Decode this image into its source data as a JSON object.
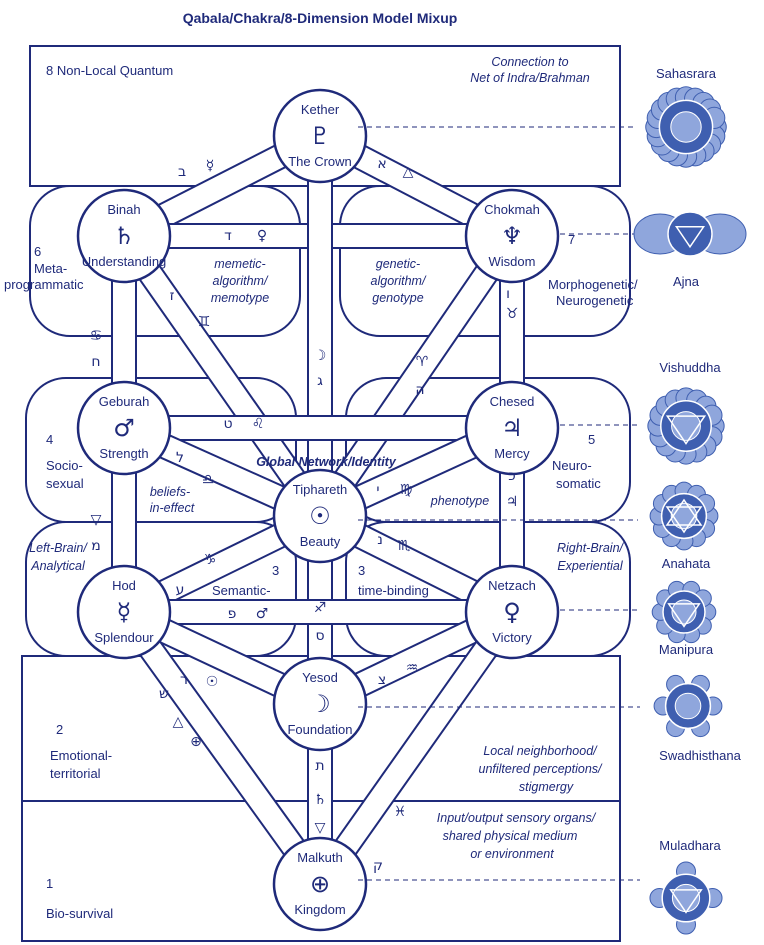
{
  "title": "Qabala/Chakra/8-Dimension Model Mixup",
  "colors": {
    "ink": "#1f2a7a",
    "fill": "#dde3f6",
    "path": "#f1f4fc",
    "chakra": "#3f5fb0",
    "chakra_light": "#8fa6dc"
  },
  "circuits": {
    "c8": "8  Non-Local Quantum",
    "c8_note1": "Connection to",
    "c8_note2": "Net of Indra/Brahman",
    "c6_num": "6",
    "c6_a": "Meta-",
    "c6_b": "programmatic",
    "c7_num": "7",
    "c7_a": "Morphogenetic/",
    "c7_b": "Neurogenetic",
    "c4_num": "4",
    "c4_a": "Socio-",
    "c4_b": "sexual",
    "c5_num": "5",
    "c5_a": "Neuro-",
    "c5_b": "somatic",
    "c2_num": "2",
    "c2_a": "Emotional-",
    "c2_b": "territorial",
    "c1_num": "1",
    "c1_a": "Bio-survival"
  },
  "notes": {
    "memetic1": "memetic-",
    "memetic2": "algorithm/",
    "memetic3": "memotype",
    "genetic1": "genetic-",
    "genetic2": "algorithm/",
    "genetic3": "genotype",
    "global": "Global Network/Identity",
    "beliefs1": "beliefs-",
    "beliefs2": "in-effect",
    "phenotype": "phenotype",
    "leftbrain1": "Left-Brain/",
    "leftbrain2": "Analytical",
    "rightbrain1": "Right-Brain/",
    "rightbrain2": "Experiential",
    "semantic_num": "3",
    "semantic": "Semantic-",
    "timebind_num": "3",
    "timebind": "time-binding",
    "local1": "Local neighborhood/",
    "local2": "unfiltered perceptions/",
    "local3": "stigmergy",
    "io1": "Input/output sensory organs/",
    "io2": "shared physical medium",
    "io3": "or environment"
  },
  "sephiroth": {
    "kether": {
      "name": "Kether",
      "sub": "The Crown",
      "symbol": "♇"
    },
    "chokmah": {
      "name": "Chokmah",
      "sub": "Wisdom",
      "symbol": "♆"
    },
    "binah": {
      "name": "Binah",
      "sub": "Understanding",
      "symbol": "♄"
    },
    "chesed": {
      "name": "Chesed",
      "sub": "Mercy",
      "symbol": "♃"
    },
    "geburah": {
      "name": "Geburah",
      "sub": "Strength",
      "symbol": "♂"
    },
    "tiphareth": {
      "name": "Tiphareth",
      "sub": "Beauty",
      "symbol": "☉"
    },
    "netzach": {
      "name": "Netzach",
      "sub": "Victory",
      "symbol": "♀"
    },
    "hod": {
      "name": "Hod",
      "sub": "Splendour",
      "symbol": "☿"
    },
    "yesod": {
      "name": "Yesod",
      "sub": "Foundation",
      "symbol": "☽"
    },
    "malkuth": {
      "name": "Malkuth",
      "sub": "Kingdom",
      "symbol": "⊕"
    }
  },
  "paths": {
    "p1": "ב",
    "p1s": "☿",
    "p2": "א",
    "p2s": "△",
    "p3": "ד",
    "p3s": "♀",
    "p4": "ג",
    "p4s": "☽",
    "p5": "ו",
    "p5s": "♉",
    "p6": "ה",
    "p6s": "♈",
    "p7": "ז",
    "p7s": "♊",
    "p8": "ח",
    "p8s": "♋",
    "p9": "ט",
    "p9s": "♌",
    "p10": "ל",
    "p10s": "♎",
    "p11": "י",
    "p11s": "♍",
    "p12": "כ",
    "p12s": "♃",
    "p13": "מ",
    "p13s": "▽",
    "p14": "נ",
    "p14s": "♏",
    "p15": "ע",
    "p15s": "♑",
    "p16": "ס",
    "p16s": "♐",
    "p17": "פ",
    "p17s": "♂",
    "p18": "ר",
    "p18s": "☉",
    "p19": "צ",
    "p19s": "♒",
    "p20": "ש",
    "p20s": "△",
    "p20b": "⊕",
    "p21": "ת",
    "p21s": "♄",
    "p21b": "▽",
    "p22": "ק",
    "p22s": "♓"
  },
  "chakras": {
    "sahasrara": "Sahasrara",
    "ajna": "Ajna",
    "vishuddha": "Vishuddha",
    "anahata": "Anahata",
    "manipura": "Manipura",
    "swadhisthana": "Swadhisthana",
    "muladhara": "Muladhara"
  }
}
